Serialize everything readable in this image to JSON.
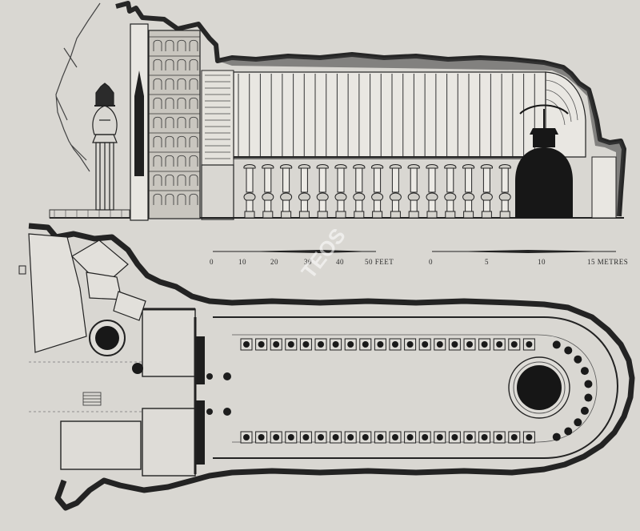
{
  "scale_bar_feet": {
    "ticks": [
      "0",
      "10",
      "20",
      "30",
      "40",
      "50 FEET"
    ]
  },
  "scale_bar_meters": {
    "ticks": [
      "0",
      "5",
      "10",
      "15 METRES"
    ]
  },
  "watermark": "TEOS",
  "colors": {
    "paper": "#d9d7d2",
    "ink": "#1c1c1c",
    "rock": "#2a2a2a",
    "fill_dark": "#161616"
  },
  "elevation": {
    "rib_count": 28,
    "pillar_count": 15
  },
  "plan": {
    "upper_row_pillars": 20,
    "lower_row_pillars": 20,
    "apse_pillars": 10
  }
}
